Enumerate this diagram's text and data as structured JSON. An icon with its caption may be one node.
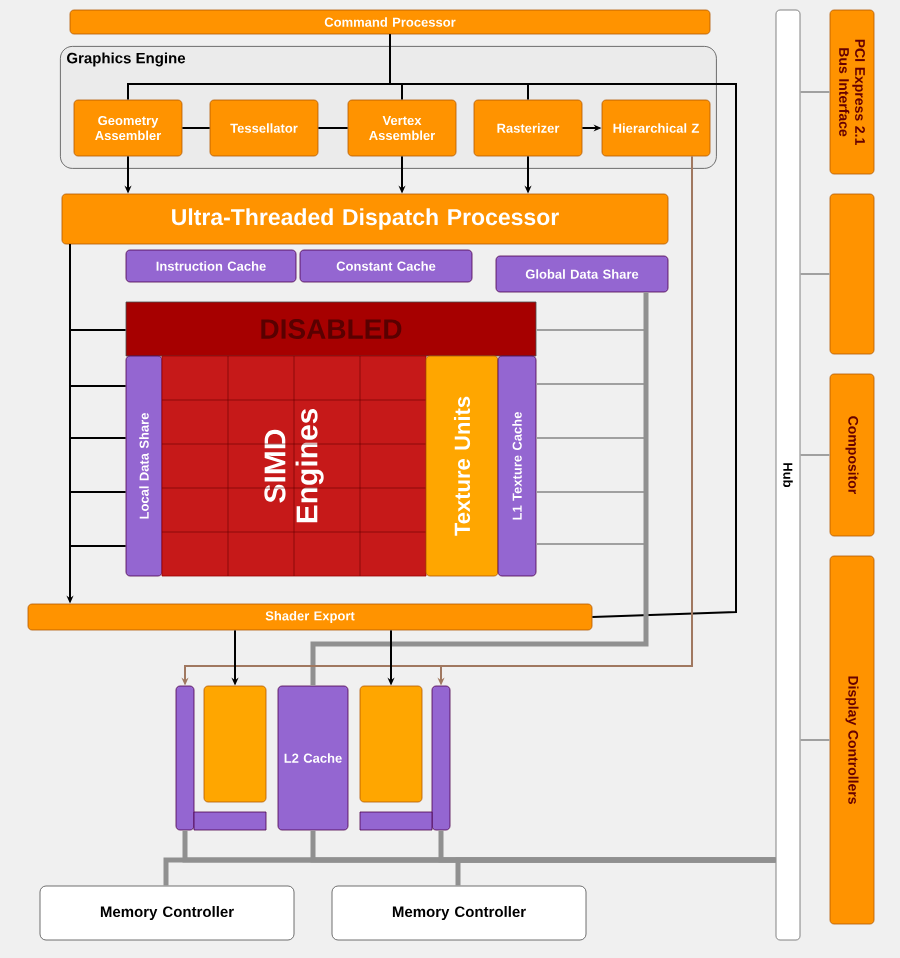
{
  "diagram": {
    "nodes": [
      {
        "text": [
          "Command Processor"
        ]
      },
      {
        "text": [
          "Graphics Engine"
        ]
      },
      {
        "text": [
          "Geometry Assembler"
        ],
        "in": 1
      },
      {
        "text": [
          "Tessellator"
        ],
        "in": 1
      },
      {
        "text": [
          "Vertex Assembler"
        ],
        "in": 1
      },
      {
        "text": [
          "Rasterizer"
        ],
        "in": 1
      },
      {
        "text": [
          "Hierarchical Z"
        ],
        "in": 1
      },
      {
        "text": [
          "Ultra-Threaded Dispatch Processor"
        ]
      },
      {
        "text": [
          "Instruction Cache"
        ]
      },
      {
        "text": [
          "Constant Cache"
        ]
      },
      {
        "text": [
          "Global Data Share"
        ]
      },
      {
        "text": [
          "DISABLED"
        ]
      },
      {
        "text": [
          "Local Data Share"
        ]
      },
      {
        "text": [
          "SIMD Engines"
        ]
      },
      {
        "text": [
          "Texture Units"
        ]
      },
      {
        "text": [
          "L1 Texture Cache"
        ]
      },
      {
        "text": [
          "Shader Export"
        ]
      },
      {
        "text": [],
        "shape": "box"
      },
      {
        "text": [],
        "shape": "box",
        "in": 17
      },
      {
        "text": [
          "L2 Cache"
        ]
      },
      {
        "text": [],
        "shape": "box",
        "in": 21
      },
      {
        "text": [],
        "shape": "box"
      },
      {
        "text": [
          "Memory Controller"
        ]
      },
      {
        "text": [
          "Memory Controller"
        ]
      },
      {
        "text": [
          "Hub"
        ]
      },
      {
        "text": [
          "PCI Express 2.1 Bus Interface"
        ]
      },
      {
        "text": [],
        "shape": "box"
      },
      {
        "text": [
          "Compositor"
        ]
      },
      {
        "text": [
          "Display Controllers"
        ]
      }
    ],
    "edges": [
      {
        "from": 0,
        "to": 2,
        "arrow": "none"
      },
      {
        "from": 0,
        "to": 4,
        "arrow": "none"
      },
      {
        "from": 0,
        "to": 5,
        "arrow": "none"
      },
      {
        "from": 0,
        "to": 16,
        "arrow": "none"
      },
      {
        "from": 2,
        "to": 3,
        "arrow": "none"
      },
      {
        "from": 3,
        "to": 4,
        "arrow": "none"
      },
      {
        "from": 5,
        "to": 6,
        "arrow": "to"
      },
      {
        "from": 2,
        "to": 7,
        "arrow": "to"
      },
      {
        "from": 4,
        "to": 7,
        "arrow": "to"
      },
      {
        "from": 5,
        "to": 7,
        "arrow": "to"
      },
      {
        "from": 7,
        "to": 16,
        "arrow": "to"
      },
      {
        "from": 7,
        "to": 11,
        "arrow": "none"
      },
      {
        "from": 7,
        "to": 12,
        "arrow": "none"
      },
      {
        "from": 7,
        "to": 12,
        "arrow": "none"
      },
      {
        "from": 7,
        "to": 12,
        "arrow": "none"
      },
      {
        "from": 7,
        "to": 12,
        "arrow": "none"
      },
      {
        "from": 11,
        "to": 10,
        "arrow": "none",
        "color": "#a0a0a0"
      },
      {
        "from": 15,
        "to": 10,
        "arrow": "none",
        "color": "#a0a0a0"
      },
      {
        "from": 15,
        "to": 10,
        "arrow": "none",
        "color": "#a0a0a0"
      },
      {
        "from": 15,
        "to": 10,
        "arrow": "none",
        "color": "#a0a0a0"
      },
      {
        "from": 15,
        "to": 10,
        "arrow": "none",
        "color": "#a0a0a0"
      },
      {
        "from": 10,
        "to": 19,
        "arrow": "none",
        "style": "thick",
        "color": "#909090"
      },
      {
        "from": 6,
        "to": 17,
        "arrow": "to",
        "color": "#a07860"
      },
      {
        "from": 6,
        "to": 21,
        "arrow": "to",
        "color": "#a07860"
      },
      {
        "from": 16,
        "to": 18,
        "arrow": "to"
      },
      {
        "from": 16,
        "to": 20,
        "arrow": "to"
      },
      {
        "from": 17,
        "to": 24,
        "arrow": "none",
        "style": "thick",
        "color": "#909090"
      },
      {
        "from": 19,
        "to": 24,
        "arrow": "none",
        "style": "thick",
        "color": "#909090"
      },
      {
        "from": 21,
        "to": 24,
        "arrow": "none",
        "style": "thick",
        "color": "#909090"
      },
      {
        "from": 24,
        "to": 22,
        "arrow": "none",
        "style": "thick",
        "color": "#909090"
      },
      {
        "from": 24,
        "to": 23,
        "arrow": "none",
        "style": "thick",
        "color": "#909090"
      },
      {
        "from": 24,
        "to": 25,
        "arrow": "none",
        "color": "#a0a0a0"
      },
      {
        "from": 24,
        "to": 26,
        "arrow": "none",
        "color": "#a0a0a0"
      },
      {
        "from": 24,
        "to": 27,
        "arrow": "none",
        "color": "#a0a0a0"
      },
      {
        "from": 24,
        "to": 28,
        "arrow": "none",
        "color": "#a0a0a0"
      }
    ]
  }
}
